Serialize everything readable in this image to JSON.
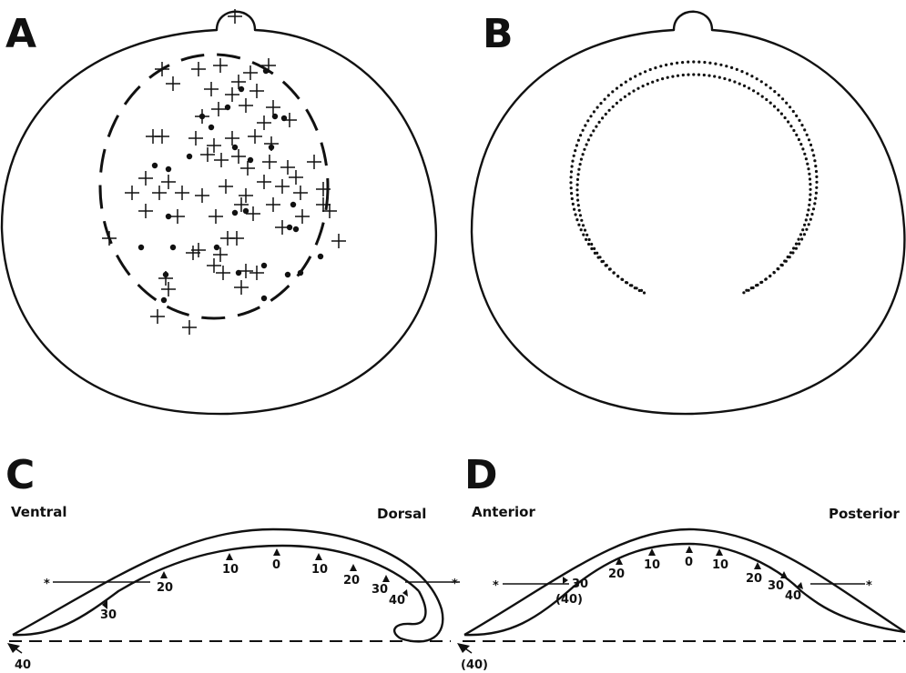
{
  "panels": {
    "A": {
      "label": "A"
    },
    "B": {
      "label": "B"
    },
    "C": {
      "label": "C",
      "left_label": "Ventral",
      "right_label": "Dorsal",
      "tick_labels": [
        "30",
        "20",
        "10",
        "0",
        "10",
        "20",
        "30",
        "40"
      ],
      "edge_label": "40",
      "marker": "*"
    },
    "D": {
      "label": "D",
      "left_label": "Anterior",
      "right_label": "Posterior",
      "tick_labels": [
        "30",
        "(40)",
        "20",
        "10",
        "0",
        "10",
        "20",
        "30",
        "40"
      ],
      "edge_label": "(40)",
      "marker": "*"
    }
  }
}
